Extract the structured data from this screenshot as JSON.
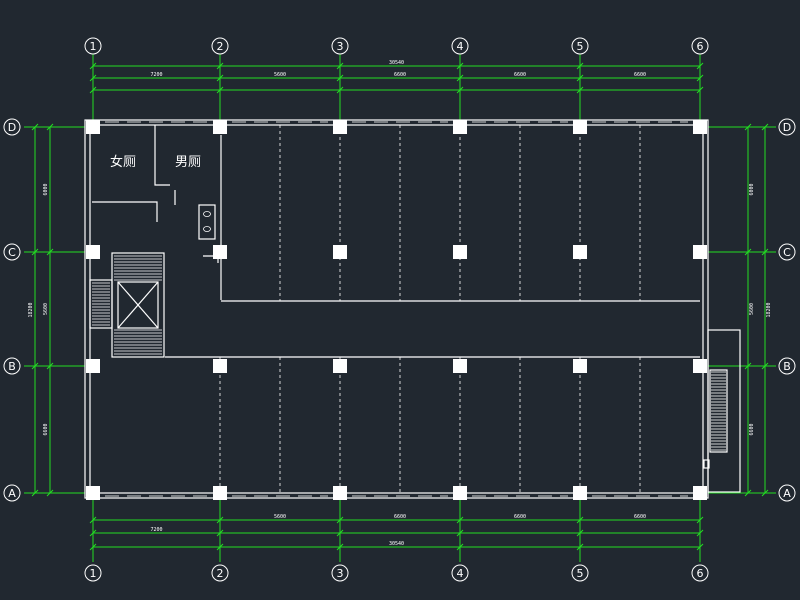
{
  "drawing": {
    "background": "#212830",
    "dimension_color": "#22dd22",
    "wall_color": "#ffffff"
  },
  "grid_axes": {
    "columns": [
      "1",
      "2",
      "3",
      "4",
      "5",
      "6"
    ],
    "rows": [
      "D",
      "C",
      "B",
      "A"
    ]
  },
  "dimensions": {
    "top_overall": "30540",
    "top_spans": [
      "7200",
      "5600",
      "6600",
      "6600",
      "6600"
    ],
    "bottom_overall": "30540",
    "bottom_spans": [
      "7200",
      "5600",
      "6600",
      "6600",
      "6600"
    ],
    "left_overall": "18200",
    "left_spans": [
      "6000",
      "5600",
      "6600"
    ],
    "right_overall": "18200",
    "right_spans": [
      "6000",
      "5600",
      "6600"
    ]
  },
  "rooms": {
    "womens_toilet": "女厕",
    "mens_toilet": "男厕"
  }
}
